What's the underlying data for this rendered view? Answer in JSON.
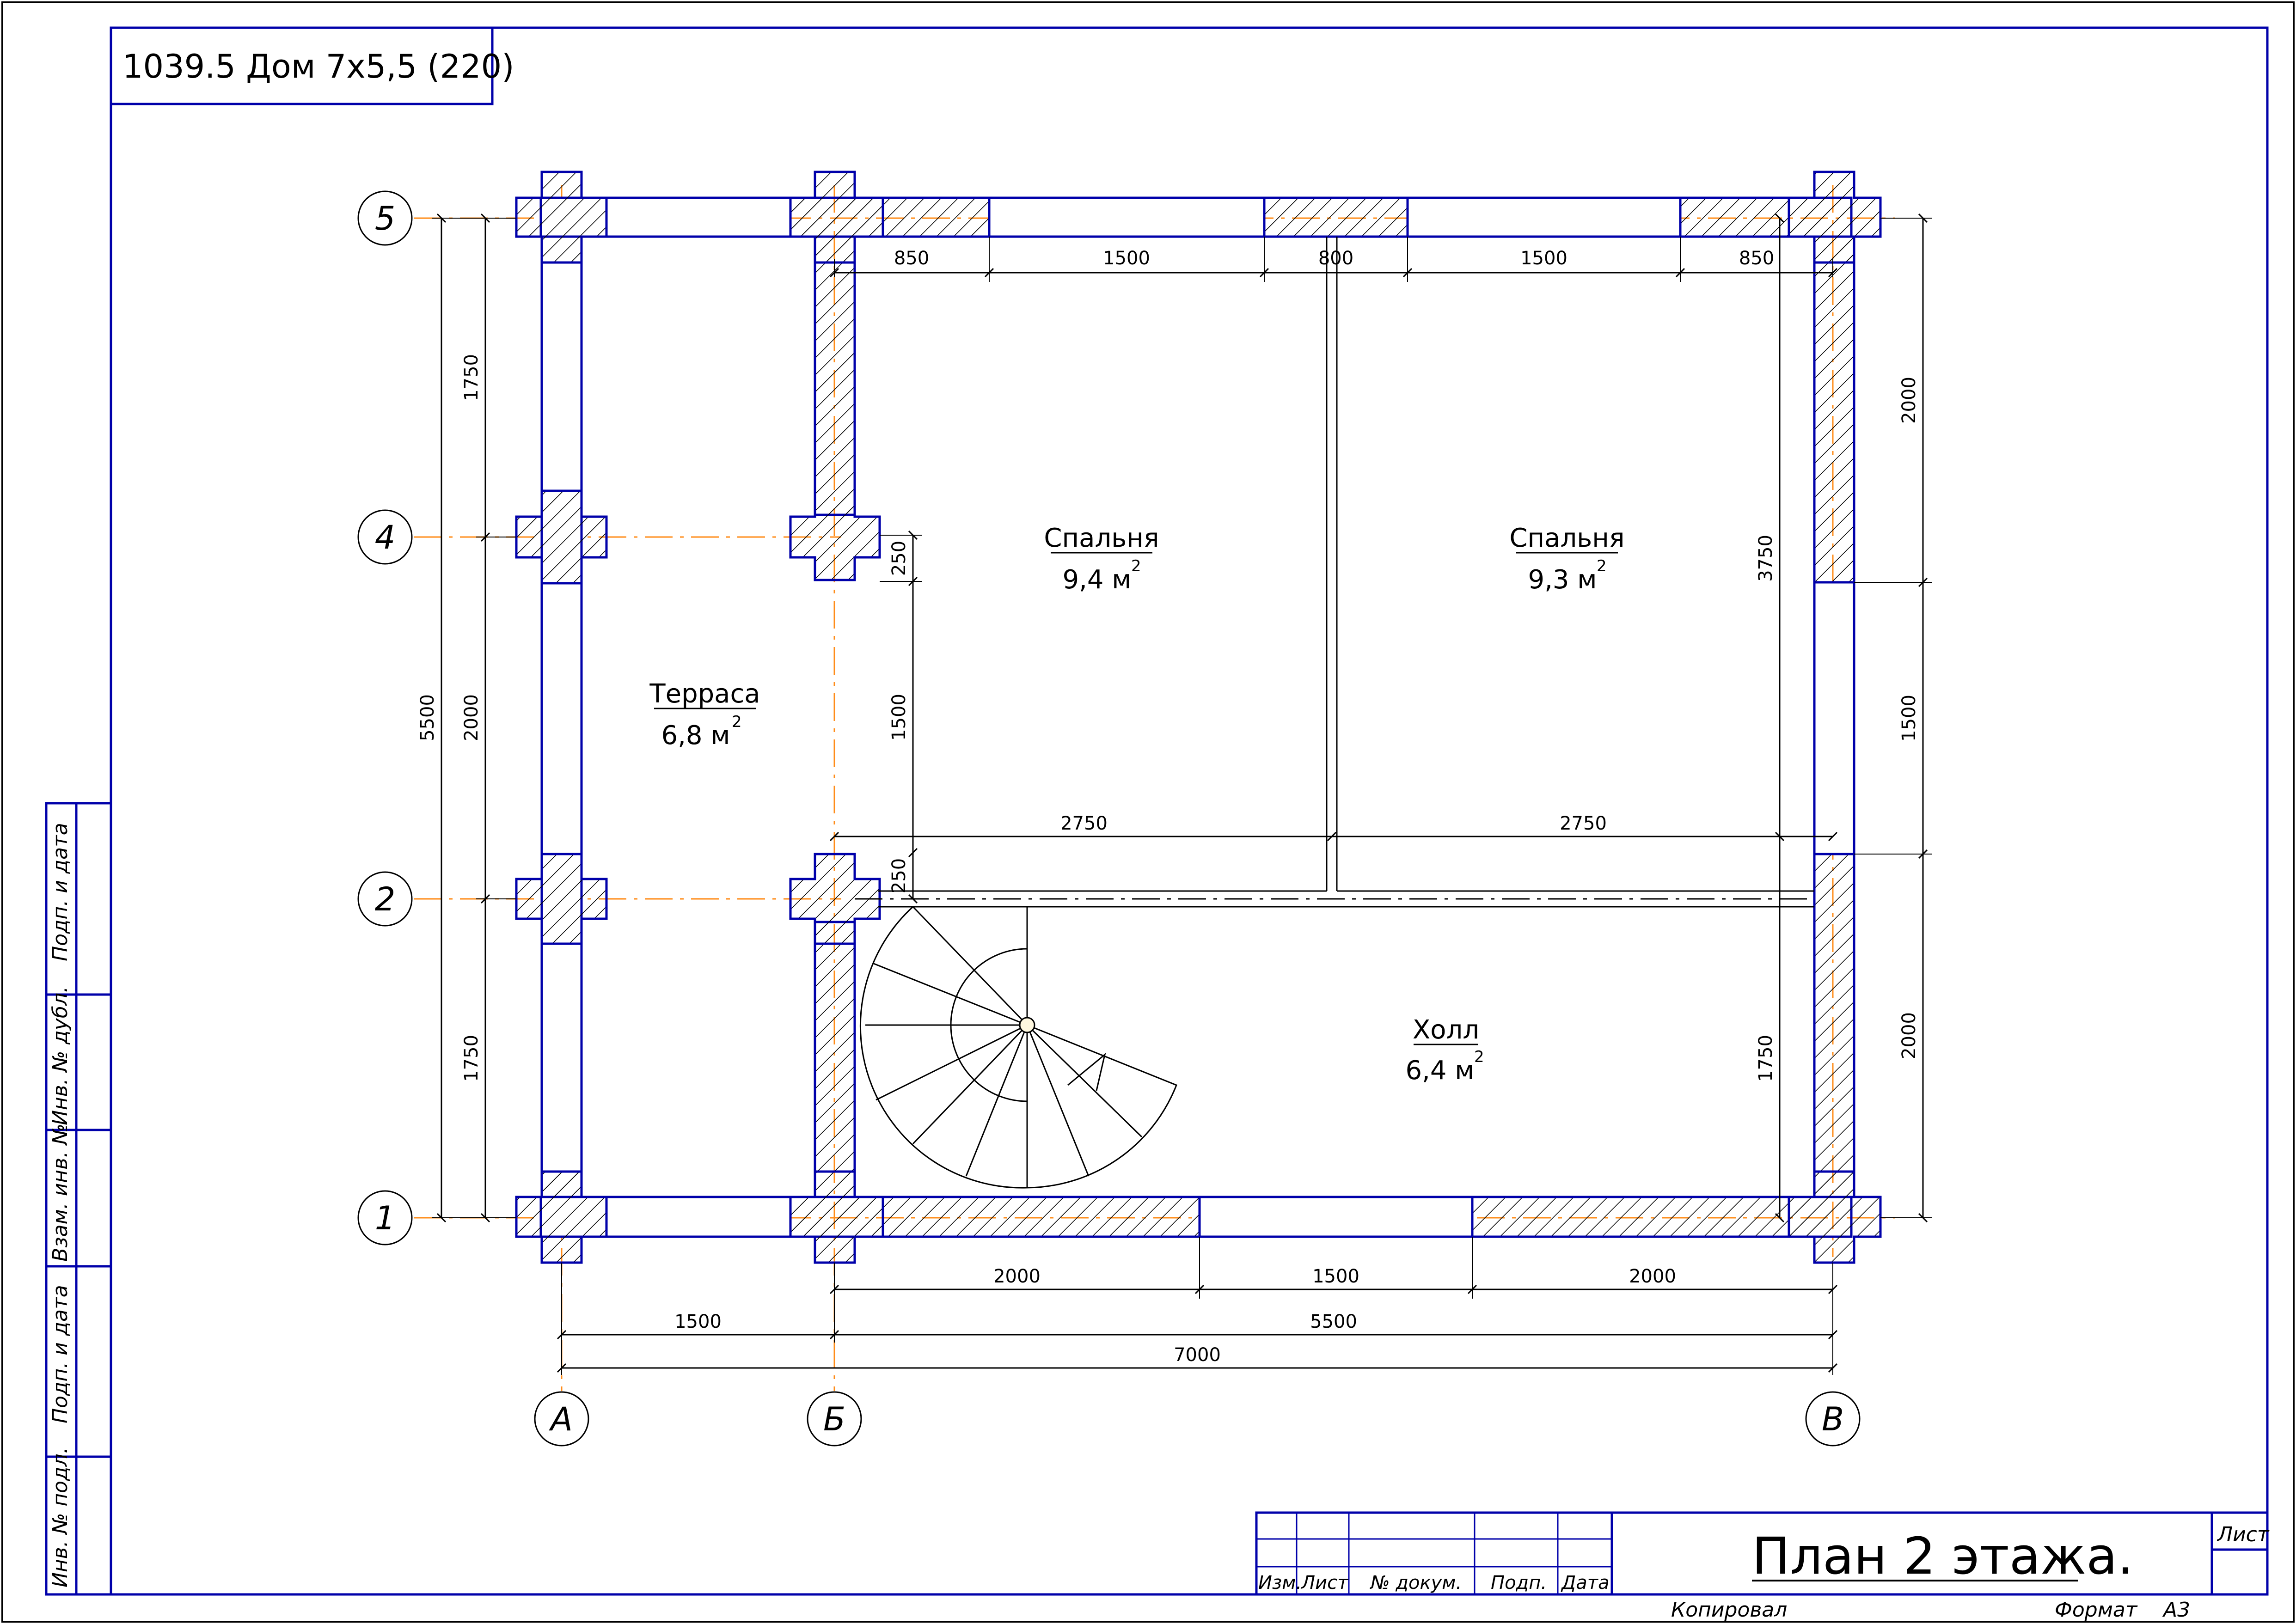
{
  "title_box": "1039.5 Дом 7х5,5 (220)",
  "axes": {
    "rows": [
      "5",
      "4",
      "2",
      "1"
    ],
    "cols": [
      "А",
      "Б",
      "В"
    ]
  },
  "rooms": [
    {
      "name": "Терраса",
      "area": "6,8 м",
      "sup": "2"
    },
    {
      "name": "Спальня",
      "area": "9,4 м",
      "sup": "2"
    },
    {
      "name": "Спальня",
      "area": "9,3 м",
      "sup": "2"
    },
    {
      "name": "Холл",
      "area": "6,4 м",
      "sup": "2"
    }
  ],
  "dims_top": [
    "850",
    "1500",
    "800",
    "1500",
    "850"
  ],
  "dims_bottom_1": [
    "2000",
    "1500",
    "2000"
  ],
  "dims_bottom_2": [
    "1500",
    "5500"
  ],
  "dims_bottom_3": "7000",
  "dims_left": [
    "1750",
    "2000",
    "1750",
    "5500"
  ],
  "dims_right": [
    "2000",
    "1500",
    "2000"
  ],
  "dims_inner": {
    "row_left": "2750",
    "row_right": "2750",
    "v_250_top": "250",
    "v_1500": "1500",
    "v_250_bot": "250",
    "right_3750": "3750",
    "right_1750": "1750"
  },
  "side_stamp": [
    "Подп. и дата",
    "Инв. № дубл.",
    "Взам. инв. №",
    "Подп. и дата",
    "Инв. № подл."
  ],
  "title_block": {
    "drawing_title": "План 2 этажа.",
    "cols": [
      "Изм.",
      "Лист",
      "№ докум.",
      "Подп.",
      "Дата"
    ],
    "sheet_label": "Лист",
    "copied": "Копировал",
    "format_label": "Формат",
    "format_value": "А3"
  },
  "colors": {
    "wall": "#0000aa",
    "axis": "#ff8c1a",
    "line": "#000000"
  }
}
